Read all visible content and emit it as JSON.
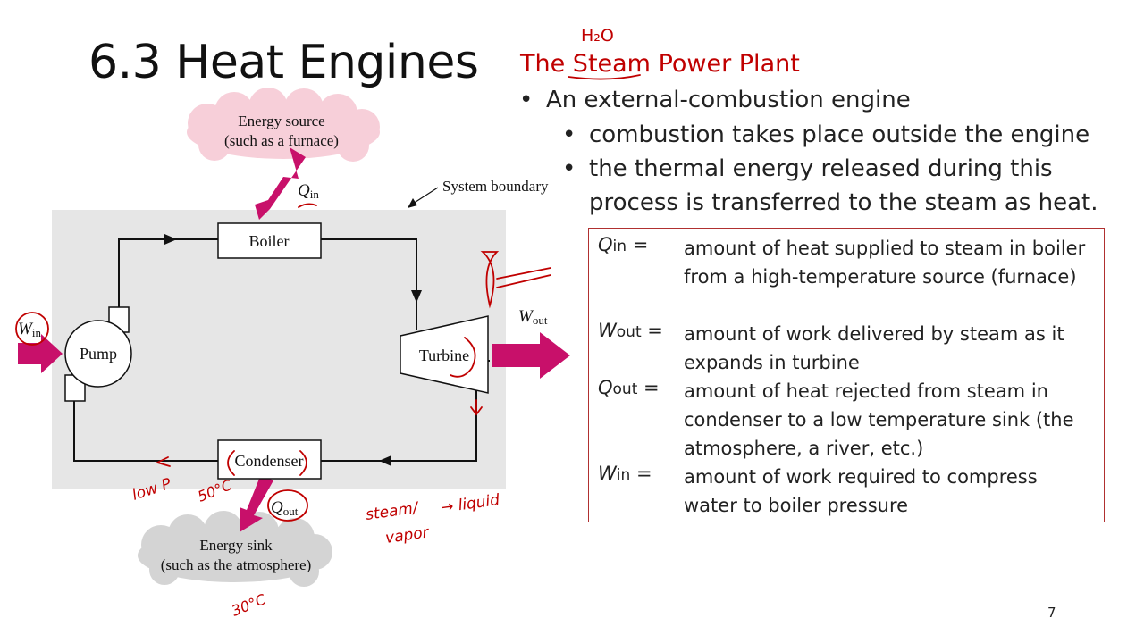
{
  "slide": {
    "title": "6.3 Heat Engines",
    "subtitle": "The Steam Power Plant",
    "bullets": [
      "An external-combustion engine",
      "combustion takes place outside the engine",
      "the thermal energy released during this",
      "process is transferred to the steam as heat."
    ],
    "definitions": [
      {
        "sym": "Q",
        "sub": "in",
        "eq": " =",
        "desc": "amount of heat supplied to steam in boiler from a high-temperature source (furnace)"
      },
      {
        "sym": "W",
        "sub": "out",
        "eq": " =",
        "desc": "amount of work delivered by steam as it expands in turbine"
      },
      {
        "sym": "Q",
        "sub": "out",
        "eq": " =",
        "desc": "amount of heat rejected from steam in condenser to a low temperature sink (the atmosphere, a river, etc.)"
      },
      {
        "sym": "W",
        "sub": "in",
        "eq": " =",
        "desc": "amount of work required to compress water to boiler pressure"
      }
    ],
    "page_number": "7"
  },
  "diagram": {
    "energy_source_line1": "Energy source",
    "energy_source_line2": "(such as a furnace)",
    "energy_sink_line1": "Energy sink",
    "energy_sink_line2": "(such as the atmosphere)",
    "system_boundary": "System boundary",
    "boiler": "Boiler",
    "turbine": "Turbine",
    "pump": "Pump",
    "condenser": "Condenser",
    "q_in_sym": "Q",
    "q_in_sub": "in",
    "q_out_sym": "Q",
    "q_out_sub": "out",
    "w_in_sym": "W",
    "w_in_sub": "in",
    "w_out_sym": "W",
    "w_out_sub": "out"
  },
  "annotations": {
    "h2o": "H₂O",
    "low_p": "low P",
    "temp_50": "50°C",
    "temp_30": "30°C",
    "steam_vapor_line1": "steam/",
    "steam_vapor_line2": "vapor",
    "arrow_liquid": "→ liquid"
  },
  "colors": {
    "accent_red": "#c00000",
    "arrow_magenta": "#c8106a",
    "source_pink": "#f7cfd9",
    "sink_gray": "#d4d4d4",
    "boundary_gray": "#e6e6e6"
  }
}
